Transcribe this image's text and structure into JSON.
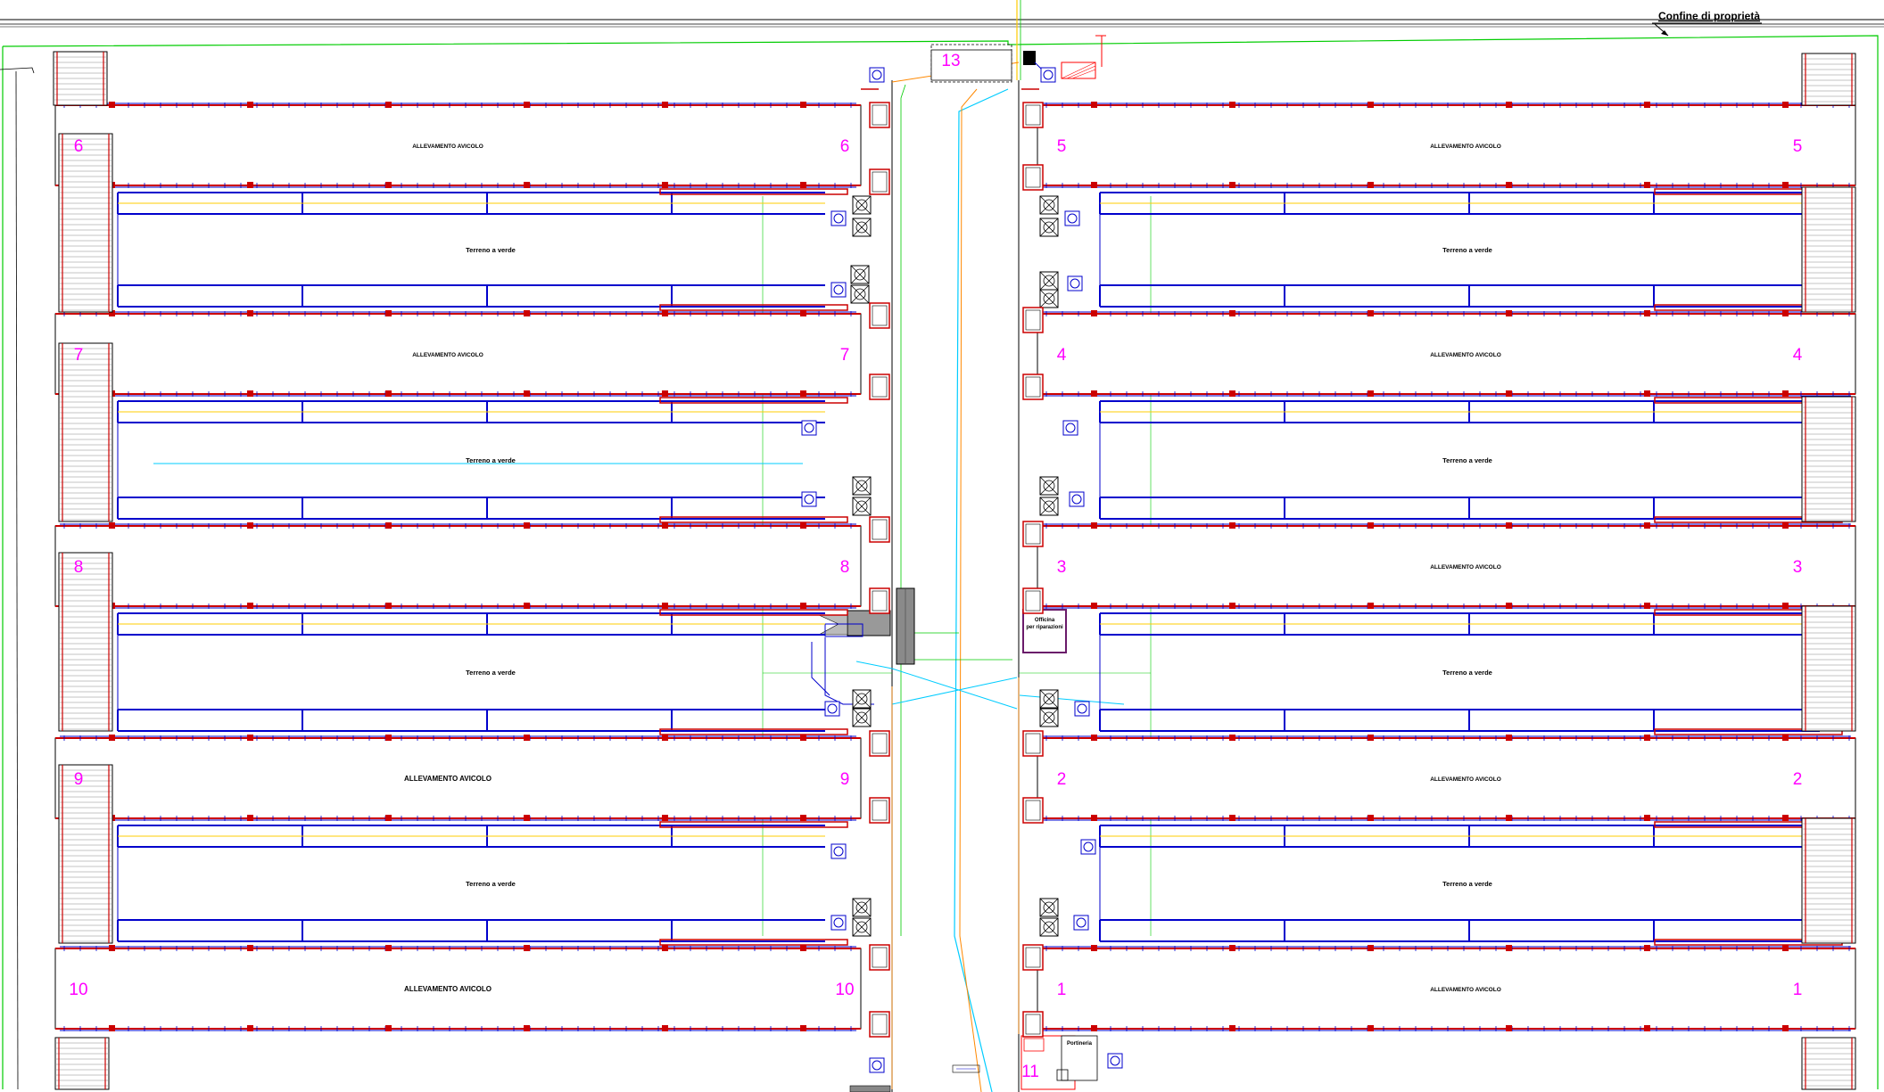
{
  "property_line_label": "Confine di proprietà",
  "barns_left": [
    {
      "number": "6",
      "label": "ALLEVAMENTO AVICOLO",
      "big": false
    },
    {
      "number": "7",
      "label": "ALLEVAMENTO AVICOLO",
      "big": false
    },
    {
      "number": "8",
      "label": "",
      "big": false
    },
    {
      "number": "9",
      "label": "ALLEVAMENTO AVICOLO",
      "big": true
    },
    {
      "number": "10",
      "label": "ALLEVAMENTO AVICOLO",
      "big": true
    }
  ],
  "barns_right": [
    {
      "number": "5",
      "label": "ALLEVAMENTO AVICOLO"
    },
    {
      "number": "4",
      "label": "ALLEVAMENTO AVICOLO"
    },
    {
      "number": "3",
      "label": "ALLEVAMENTO AVICOLO"
    },
    {
      "number": "2",
      "label": "ALLEVAMENTO AVICOLO"
    },
    {
      "number": "1",
      "label": "ALLEVAMENTO AVICOLO"
    }
  ],
  "green_area_label": "Terreno a verde",
  "building_13_number": "13",
  "building_11_number": "11",
  "workshop_label": "Officina",
  "workshop_sub": "per riparazioni",
  "gatehouse_label": "Portineria",
  "colors": {
    "wall": "#0000cc",
    "equipment": "#ff0000",
    "number": "#ff00ff",
    "green": "#00cc00",
    "cyan": "#00ccff",
    "yellow": "#ffcc00",
    "orange": "#ff8800"
  }
}
